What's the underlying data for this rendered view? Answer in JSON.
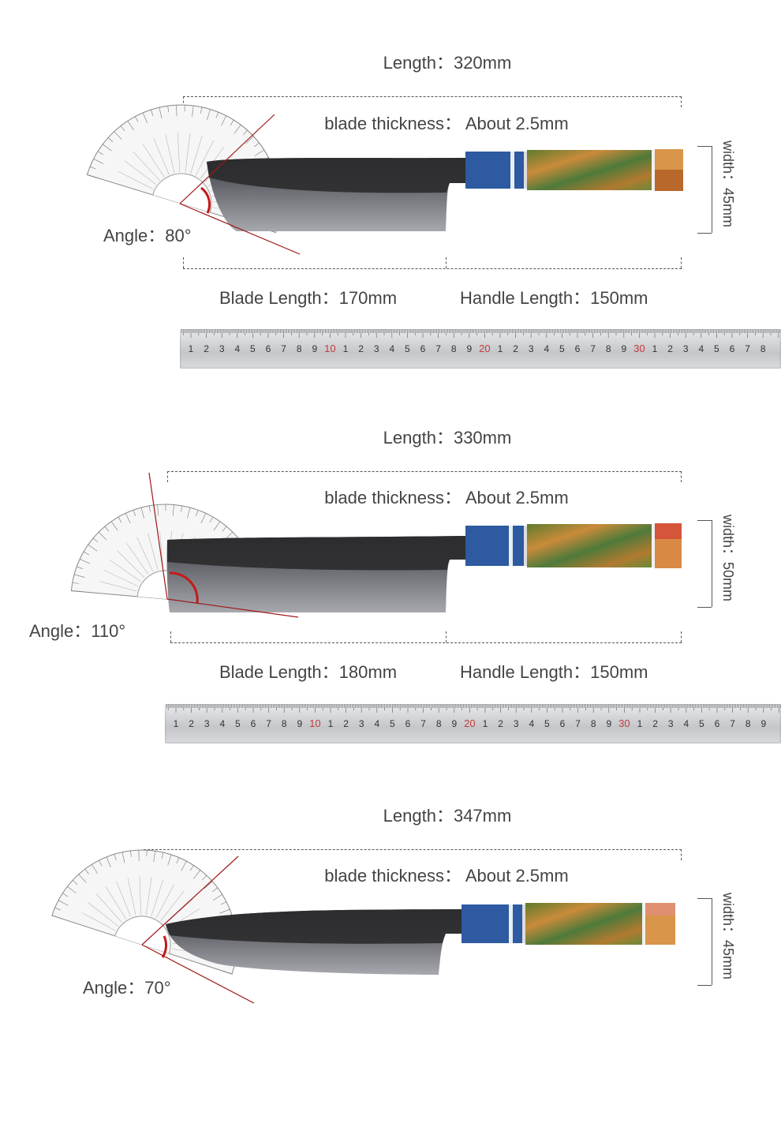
{
  "knives": [
    {
      "length": "Length：320mm",
      "blade_thickness": "blade thickness：  About 2.5mm",
      "width": "width：45mm",
      "angle": "Angle：80°",
      "blade_length": "Blade Length：170mm",
      "handle_length": "Handle Length：150mm"
    },
    {
      "length": "Length：330mm",
      "blade_thickness": "blade thickness：  About 2.5mm",
      "width": "width：50mm",
      "angle": "Angle：110°",
      "blade_length": "Blade Length：180mm",
      "handle_length": "Handle Length：150mm"
    },
    {
      "length": "Length：347mm",
      "blade_thickness": "blade thickness：  About 2.5mm",
      "width": "width：45mm",
      "angle": "Angle：70°",
      "blade_length": "",
      "handle_length": ""
    }
  ],
  "ruler_labels": [
    "1",
    "2",
    "3",
    "4",
    "5",
    "6",
    "7",
    "8",
    "9",
    "10",
    "1",
    "2",
    "3",
    "4",
    "5",
    "6",
    "7",
    "8",
    "9",
    "20",
    "1",
    "2",
    "3",
    "4",
    "5",
    "6",
    "7",
    "8",
    "9",
    "30",
    "1",
    "2",
    "3",
    "4",
    "5",
    "6",
    "7",
    "8",
    "9"
  ],
  "colors": {
    "blade_dark": "#2b2b2e",
    "blade_light": "#8e9096",
    "handle_blue": "#2d5aa0",
    "handle_green": "#5f7a2e",
    "handle_orange": "#d58a3c",
    "angle_arc": "#c41a1a",
    "angle_line": "#a01818",
    "ruler_red": "#c43a3a"
  }
}
